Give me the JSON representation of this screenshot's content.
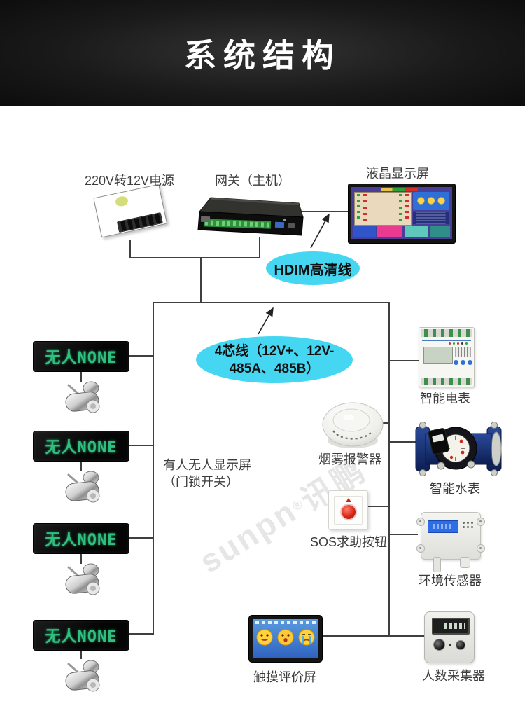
{
  "header": {
    "title": "系统结构"
  },
  "labels": {
    "power": "220V转12V电源",
    "gateway": "网关（主机）",
    "lcd": "液晶显示屏",
    "occupancy_line1": "有人无人显示屏",
    "occupancy_line2": "（门锁开关）",
    "meter": "智能电表",
    "smoke": "烟雾报警器",
    "water": "智能水表",
    "sos": "SOS求助按钮",
    "env": "环境传感器",
    "touch": "触摸评价屏",
    "counter": "人数采集器"
  },
  "bubbles": {
    "hdmi": "HDIM高清线",
    "core_line1": "4芯线（12V+、12V-",
    "core_line2": "485A、485B）"
  },
  "led": {
    "text": "无人NONE",
    "count": 4
  },
  "watermark": {
    "brand": "sunpn",
    "reg": "®",
    "cn": "讯鹏"
  },
  "colors": {
    "bubble_cyan": "#45d7f2",
    "led_green": "#2fbf7f",
    "header_bg": "#141414",
    "line": "#3f3f3f"
  }
}
